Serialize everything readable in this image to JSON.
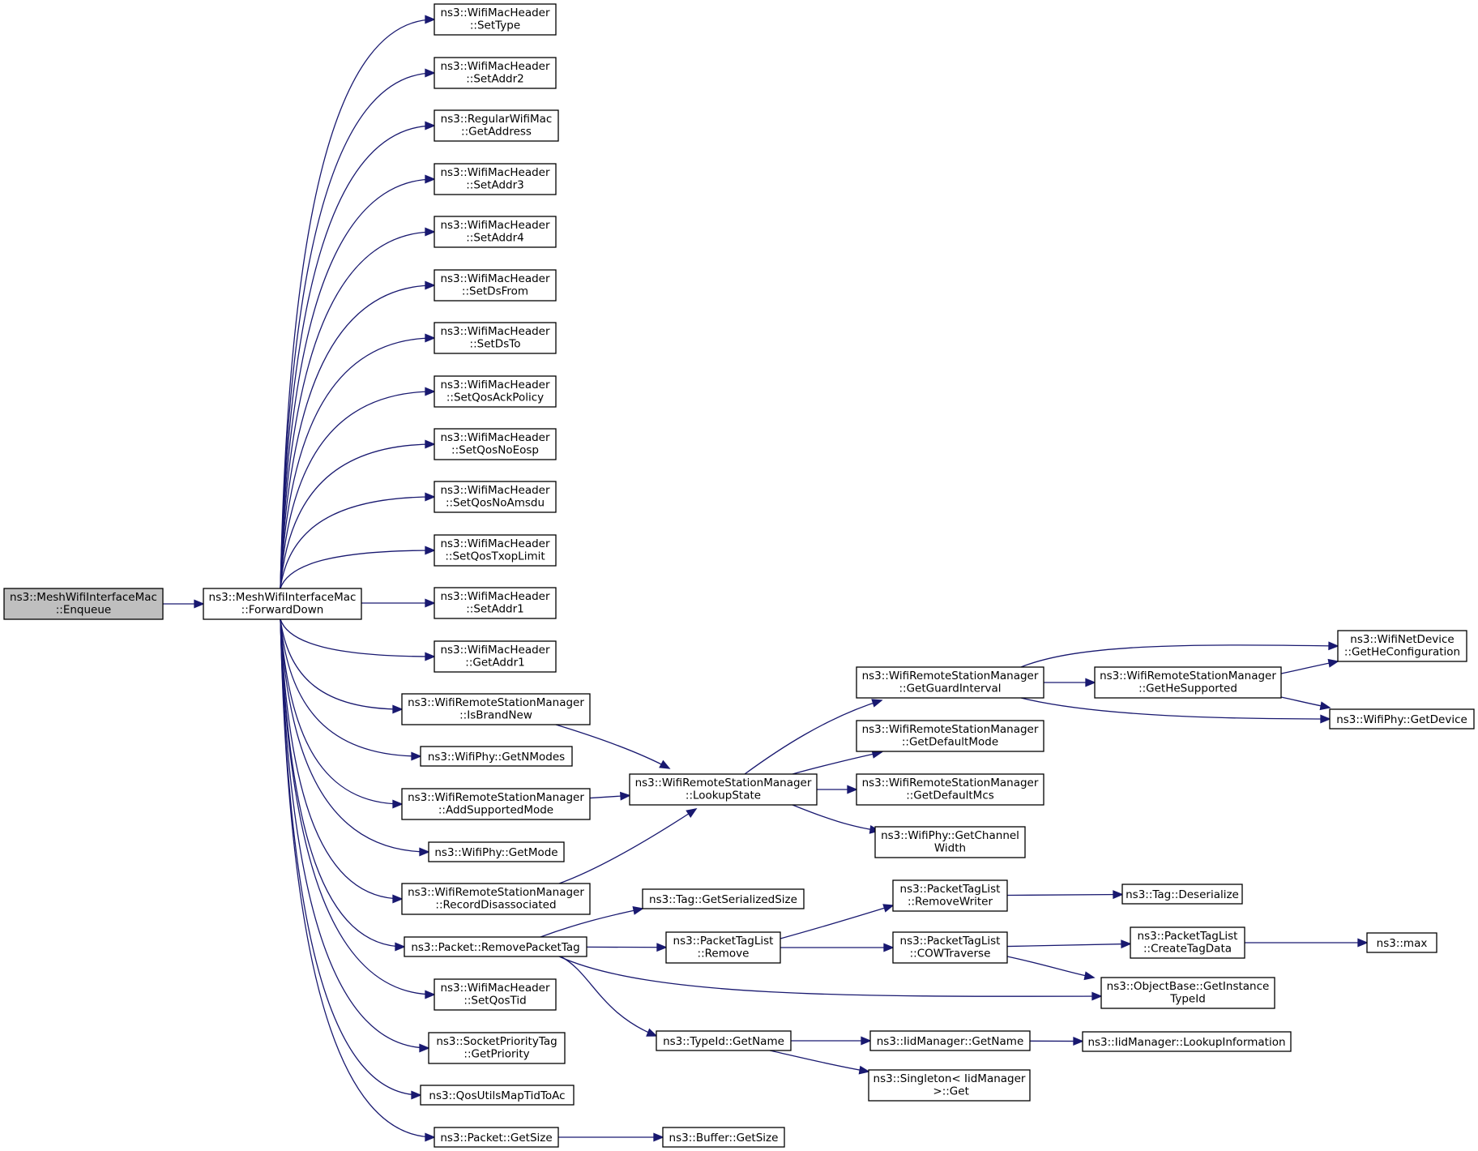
{
  "colors": {
    "edge": "#191970",
    "root_fill": "#bfbfbf",
    "node_fill": "#ffffff",
    "node_stroke": "#000000"
  },
  "nodes": {
    "enqueue": [
      "ns3::MeshWifiInterfaceMac",
      "::Enqueue"
    ],
    "forwarddown": [
      "ns3::MeshWifiInterfaceMac",
      "::ForwardDown"
    ],
    "settype": [
      "ns3::WifiMacHeader",
      "::SetType"
    ],
    "setaddr2": [
      "ns3::WifiMacHeader",
      "::SetAddr2"
    ],
    "getaddress": [
      "ns3::RegularWifiMac",
      "::GetAddress"
    ],
    "setaddr3": [
      "ns3::WifiMacHeader",
      "::SetAddr3"
    ],
    "setaddr4": [
      "ns3::WifiMacHeader",
      "::SetAddr4"
    ],
    "setdsfrom": [
      "ns3::WifiMacHeader",
      "::SetDsFrom"
    ],
    "setdsto": [
      "ns3::WifiMacHeader",
      "::SetDsTo"
    ],
    "setqosackpolicy": [
      "ns3::WifiMacHeader",
      "::SetQosAckPolicy"
    ],
    "setqosnoeosp": [
      "ns3::WifiMacHeader",
      "::SetQosNoEosp"
    ],
    "setqosnoamsdu": [
      "ns3::WifiMacHeader",
      "::SetQosNoAmsdu"
    ],
    "setqostxoplimit": [
      "ns3::WifiMacHeader",
      "::SetQosTxopLimit"
    ],
    "setaddr1": [
      "ns3::WifiMacHeader",
      "::SetAddr1"
    ],
    "getaddr1": [
      "ns3::WifiMacHeader",
      "::GetAddr1"
    ],
    "isbrandnew": [
      "ns3::WifiRemoteStationManager",
      "::IsBrandNew"
    ],
    "getnmodes": [
      "ns3::WifiPhy::GetNModes"
    ],
    "addsupportedmode": [
      "ns3::WifiRemoteStationManager",
      "::AddSupportedMode"
    ],
    "getmode": [
      "ns3::WifiPhy::GetMode"
    ],
    "recorddisassociated": [
      "ns3::WifiRemoteStationManager",
      "::RecordDisassociated"
    ],
    "removepackettag": [
      "ns3::Packet::RemovePacketTag"
    ],
    "setqostid": [
      "ns3::WifiMacHeader",
      "::SetQosTid"
    ],
    "getpriority": [
      "ns3::SocketPriorityTag",
      "::GetPriority"
    ],
    "qosutils": [
      "ns3::QosUtilsMapTidToAc"
    ],
    "packetgetsize": [
      "ns3::Packet::GetSize"
    ],
    "lookupstate": [
      "ns3::WifiRemoteStationManager",
      "::LookupState"
    ],
    "getguardinterval": [
      "ns3::WifiRemoteStationManager",
      "::GetGuardInterval"
    ],
    "getdefaultmode": [
      "ns3::WifiRemoteStationManager",
      "::GetDefaultMode"
    ],
    "getdefaultmcs": [
      "ns3::WifiRemoteStationManager",
      "::GetDefaultMcs"
    ],
    "getchannelwidth": [
      "ns3::WifiPhy::GetChannel",
      "Width"
    ],
    "gethesupported": [
      "ns3::WifiRemoteStationManager",
      "::GetHeSupported"
    ],
    "getheconfiguration": [
      "ns3::WifiNetDevice",
      "::GetHeConfiguration"
    ],
    "getdevice": [
      "ns3::WifiPhy::GetDevice"
    ],
    "getserializedsize": [
      "ns3::Tag::GetSerializedSize"
    ],
    "ptlremove": [
      "ns3::PacketTagList",
      "::Remove"
    ],
    "removewriter": [
      "ns3::PacketTagList",
      "::RemoveWriter"
    ],
    "tagdeserialize": [
      "ns3::Tag::Deserialize"
    ],
    "cowtraverse": [
      "ns3::PacketTagList",
      "::COWTraverse"
    ],
    "createtagdata": [
      "ns3::PacketTagList",
      "::CreateTagData"
    ],
    "max": [
      "ns3::max"
    ],
    "getinstancetypeid": [
      "ns3::ObjectBase::GetInstance",
      "TypeId"
    ],
    "typeidgetname": [
      "ns3::TypeId::GetName"
    ],
    "iidgetname": [
      "ns3::IidManager::GetName"
    ],
    "lookupinformation": [
      "ns3::IidManager::LookupInformation"
    ],
    "singletonget": [
      "ns3::Singleton< IidManager",
      " >::Get"
    ],
    "buffergetsize": [
      "ns3::Buffer::GetSize"
    ]
  },
  "edges": [
    [
      "enqueue",
      "forwarddown"
    ],
    [
      "forwarddown",
      "settype"
    ],
    [
      "forwarddown",
      "setaddr2"
    ],
    [
      "forwarddown",
      "getaddress"
    ],
    [
      "forwarddown",
      "setaddr3"
    ],
    [
      "forwarddown",
      "setaddr4"
    ],
    [
      "forwarddown",
      "setdsfrom"
    ],
    [
      "forwarddown",
      "setdsto"
    ],
    [
      "forwarddown",
      "setqosackpolicy"
    ],
    [
      "forwarddown",
      "setqosnoeosp"
    ],
    [
      "forwarddown",
      "setqosnoamsdu"
    ],
    [
      "forwarddown",
      "setqostxoplimit"
    ],
    [
      "forwarddown",
      "setaddr1"
    ],
    [
      "forwarddown",
      "getaddr1"
    ],
    [
      "forwarddown",
      "isbrandnew"
    ],
    [
      "forwarddown",
      "getnmodes"
    ],
    [
      "forwarddown",
      "addsupportedmode"
    ],
    [
      "forwarddown",
      "getmode"
    ],
    [
      "forwarddown",
      "recorddisassociated"
    ],
    [
      "forwarddown",
      "removepackettag"
    ],
    [
      "forwarddown",
      "setqostid"
    ],
    [
      "forwarddown",
      "getpriority"
    ],
    [
      "forwarddown",
      "qosutils"
    ],
    [
      "forwarddown",
      "packetgetsize"
    ],
    [
      "isbrandnew",
      "lookupstate"
    ],
    [
      "addsupportedmode",
      "lookupstate"
    ],
    [
      "recorddisassociated",
      "lookupstate"
    ],
    [
      "lookupstate",
      "getguardinterval"
    ],
    [
      "lookupstate",
      "getdefaultmode"
    ],
    [
      "lookupstate",
      "getdefaultmcs"
    ],
    [
      "lookupstate",
      "getchannelwidth"
    ],
    [
      "getguardinterval",
      "getheconfiguration"
    ],
    [
      "getguardinterval",
      "gethesupported"
    ],
    [
      "getguardinterval",
      "getdevice"
    ],
    [
      "gethesupported",
      "getheconfiguration"
    ],
    [
      "gethesupported",
      "getdevice"
    ],
    [
      "removepackettag",
      "getserializedsize"
    ],
    [
      "removepackettag",
      "ptlremove"
    ],
    [
      "removepackettag",
      "getinstancetypeid"
    ],
    [
      "removepackettag",
      "typeidgetname"
    ],
    [
      "ptlremove",
      "removewriter"
    ],
    [
      "ptlremove",
      "cowtraverse"
    ],
    [
      "removewriter",
      "tagdeserialize"
    ],
    [
      "cowtraverse",
      "createtagdata"
    ],
    [
      "cowtraverse",
      "getinstancetypeid"
    ],
    [
      "createtagdata",
      "max"
    ],
    [
      "typeidgetname",
      "iidgetname"
    ],
    [
      "typeidgetname",
      "singletonget"
    ],
    [
      "iidgetname",
      "lookupinformation"
    ],
    [
      "packetgetsize",
      "buffergetsize"
    ]
  ]
}
